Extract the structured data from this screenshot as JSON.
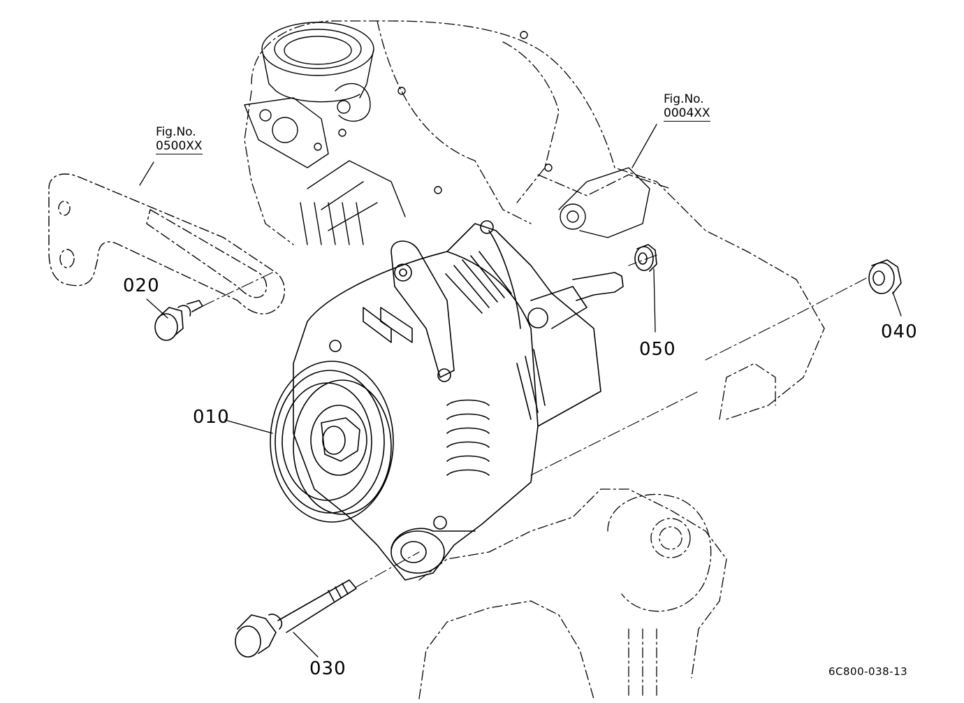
{
  "diagram": {
    "figure_code": "6C800-038-13",
    "references": [
      {
        "fig_no_label": "Fig.No.",
        "code": "0500XX"
      },
      {
        "fig_no_label": "Fig.No.",
        "code": "0004XX"
      }
    ],
    "parts": [
      {
        "number": "010"
      },
      {
        "number": "020"
      },
      {
        "number": "030"
      },
      {
        "number": "040"
      },
      {
        "number": "050"
      }
    ]
  }
}
